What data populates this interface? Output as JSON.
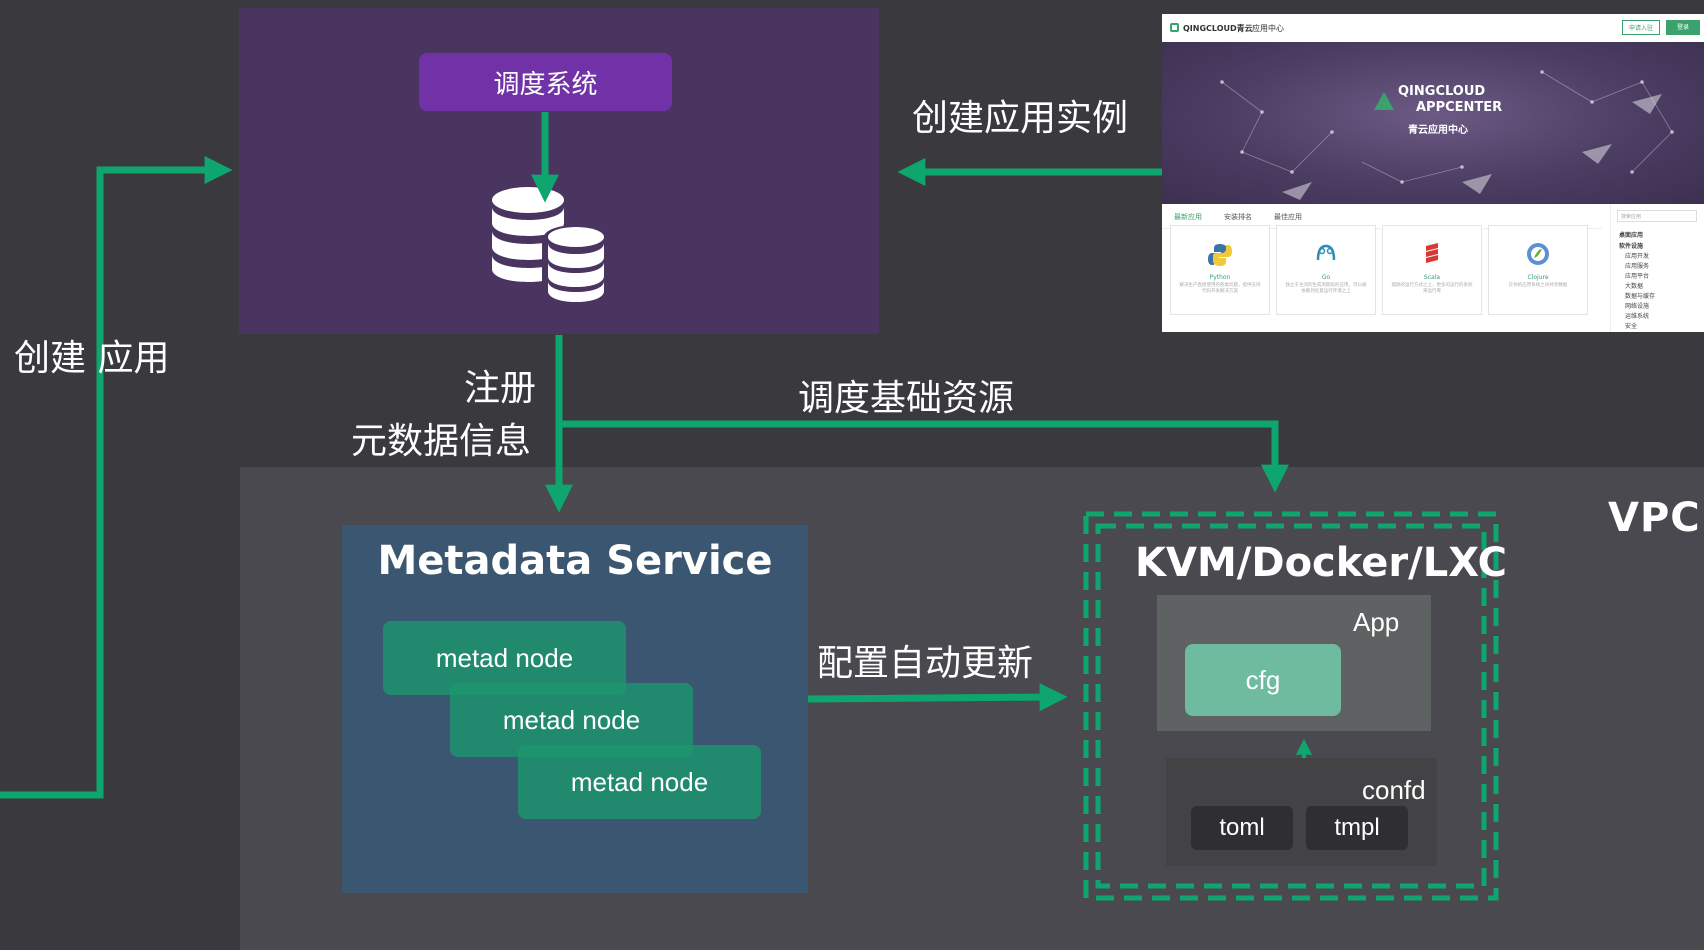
{
  "scheduler": {
    "title": "调度系统"
  },
  "labels": {
    "create_app": "创建  应用",
    "create_instance": "创建应用实例",
    "register_1": "注册",
    "register_2": "元数据信息",
    "schedule_resources": "调度基础资源",
    "config_update": "配置自动更新",
    "vpc": "VPC"
  },
  "metadata_service": {
    "title": "Metadata Service",
    "nodes": [
      "metad node",
      "metad node",
      "metad node"
    ]
  },
  "instance": {
    "title": "KVM/Docker/LXC",
    "app_label": "App",
    "cfg_label": "cfg",
    "confd_label": "confd",
    "toml_label": "toml",
    "tmpl_label": "tmpl"
  },
  "appcenter_screenshot": {
    "brand": "QINGCLOUD青云",
    "nav": "应用中心",
    "btn_apply": "申请入驻",
    "btn_login": "登录",
    "hero_line1": "QINGCLOUD",
    "hero_line2": "APPCENTER",
    "hero_line3": "青云应用中心",
    "tabs": [
      "最新应用",
      "安装排名",
      "最佳应用"
    ],
    "search_placeholder": "搜索应用",
    "side_title": "桌面应用",
    "side_section": "软件设施",
    "side_items": [
      "应用开发",
      "应用服务",
      "应用平台",
      "大数据",
      "数据与缓存",
      "网络设施",
      "运维系统",
      "安全"
    ],
    "apps": [
      {
        "name": "Python",
        "desc": "解决生产直接使用的各类问题，提供支持代码开发解决方案"
      },
      {
        "name": "Go",
        "desc": "独立于主流的生成周期前的应用，可以被依赖到任意运行环境之上"
      },
      {
        "name": "Scala",
        "desc": "摆脱的运行方式之上，更多的运行的系统来运行库"
      },
      {
        "name": "Clojure",
        "desc": "在你的应用系统之间共享数据"
      }
    ]
  },
  "colors": {
    "accent": "#0ea66e",
    "scheduler_bg": "#4a3460",
    "title_purple": "#7032a6"
  }
}
